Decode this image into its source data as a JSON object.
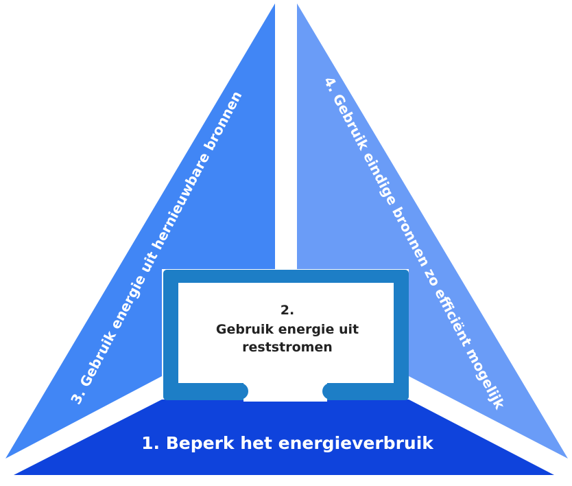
{
  "diagram": {
    "colors": {
      "left_triangle": "#4186f5",
      "right_triangle": "#6a9cf7",
      "bottom_band": "#0f43dc",
      "frame": "#1d7ec6",
      "frame_fill": "#ffffff",
      "label_light": "#ffffff",
      "label_dark": "#222222"
    },
    "step1": {
      "label": "1. Beperk het energieverbruik"
    },
    "step2": {
      "number": "2.",
      "line1": "Gebruik energie uit",
      "line2": "reststromen"
    },
    "step3": {
      "label": "3. Gebruik energie uit hernieuwbare bronnen"
    },
    "step4": {
      "label": "4. Gebruik eindige bronnen zo efficiënt mogelijk"
    }
  }
}
